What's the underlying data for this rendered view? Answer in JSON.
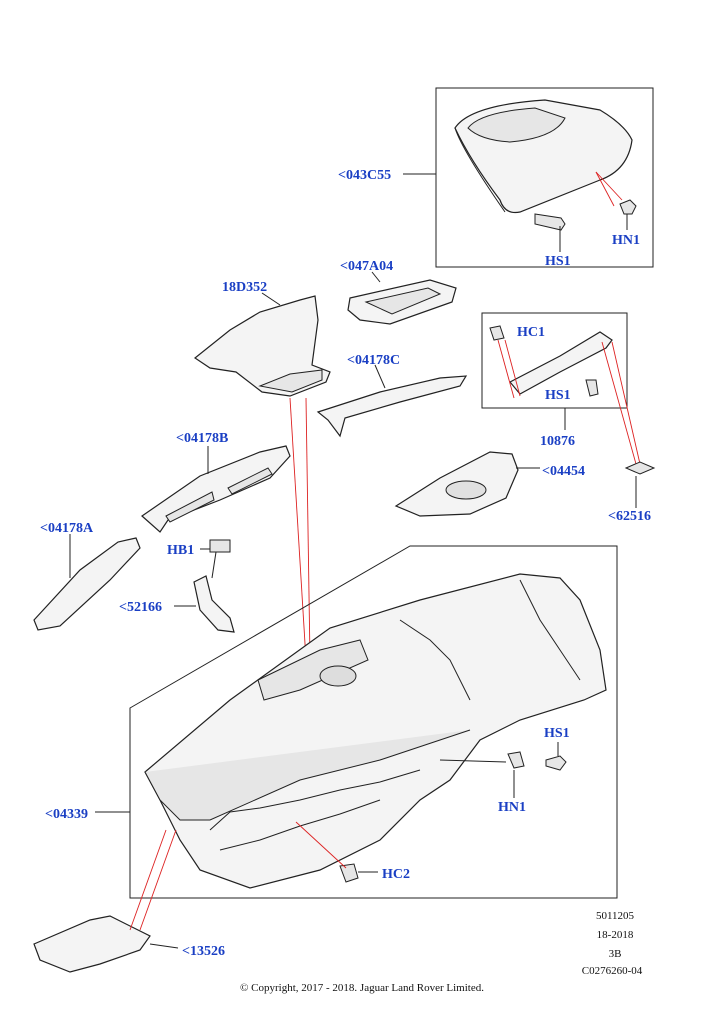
{
  "labels": {
    "043C55": "<043C55",
    "HN1_top": "HN1",
    "HS1_top": "HS1",
    "047A04": "<047A04",
    "18D352": "18D352",
    "04178C": "<04178C",
    "HC1": "HC1",
    "HS1_mid": "HS1",
    "10876": "10876",
    "04178B": "<04178B",
    "04454": "<04454",
    "62516": "<62516",
    "04178A": "<04178A",
    "HB1": "HB1",
    "52166": "<52166",
    "HS1_low": "HS1",
    "HN1_low": "HN1",
    "04339": "<04339",
    "HC2": "HC2",
    "13526": "<13526"
  },
  "meta": {
    "line1": "5011205",
    "line2": "18-2018",
    "line3": "3B",
    "line4": "C0276260-04"
  },
  "copyright": "© Copyright, 2017 - 2018. Jaguar Land Rover Limited.",
  "colors": {
    "label": "#1a3fc4",
    "leader": "#d22222",
    "line": "#222222"
  }
}
